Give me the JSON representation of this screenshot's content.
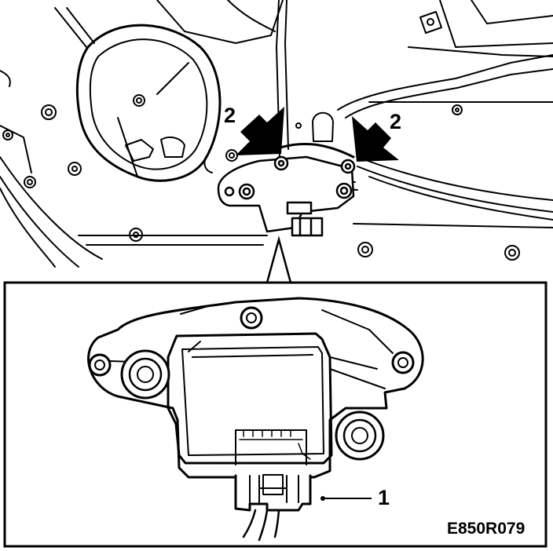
{
  "figure": {
    "callouts": {
      "arrow_left": "2",
      "arrow_right": "2",
      "connector": "1"
    },
    "reference_code": "E850R079"
  },
  "colors": {
    "line": "#000000",
    "background": "#ffffff"
  }
}
